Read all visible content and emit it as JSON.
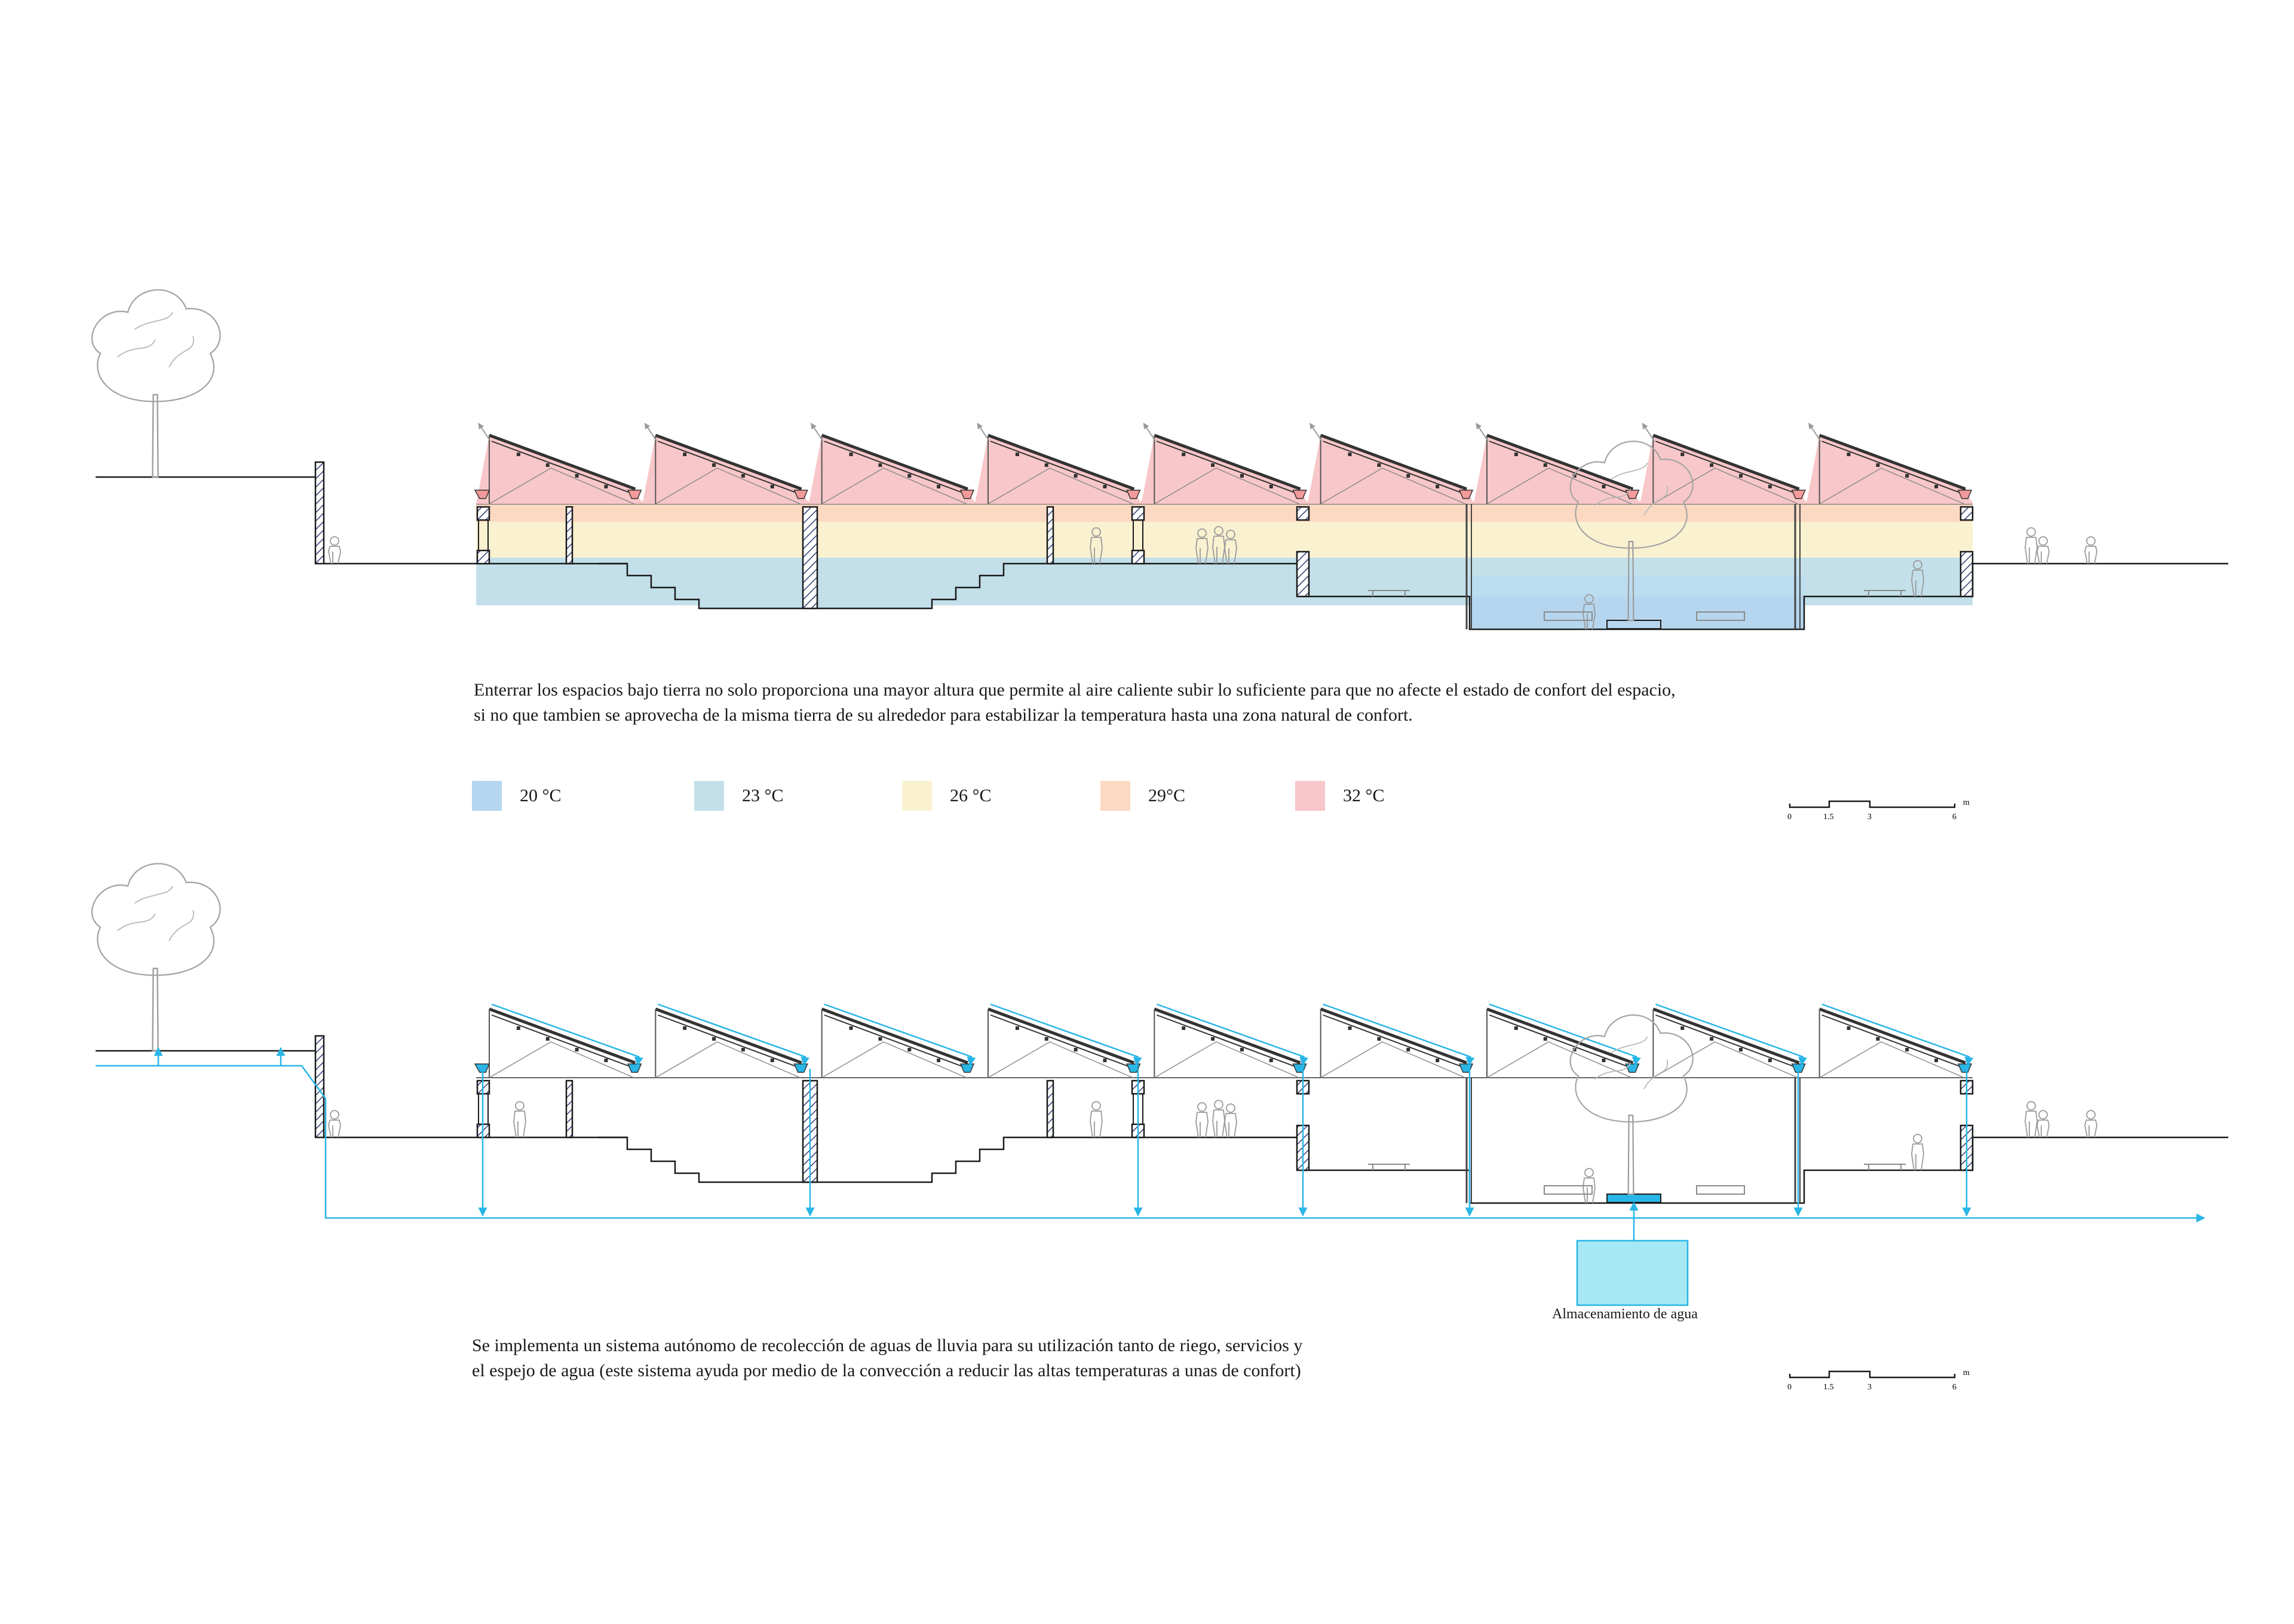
{
  "section_top": {
    "caption_line1": "Enterrar los espacios bajo tierra no solo proporciona una mayor altura que permite al aire caliente subir lo suficiente para que no afecte el estado de confort del espacio,",
    "caption_line2": "si no que tambien se aprovecha de la misma tierra de su alrededor para estabilizar  la temperatura hasta una zona natural de confort."
  },
  "legend": [
    {
      "label": "20 °C",
      "color": "#b5d6ee"
    },
    {
      "label": "23 °C",
      "color": "#c3e0ea"
    },
    {
      "label": "26 °C",
      "color": "#f9f1d0"
    },
    {
      "label": "29°C",
      "color": "#fcd9c2"
    },
    {
      "label": "32 °C",
      "color": "#f8c7c9"
    }
  ],
  "scale_bar": {
    "unit": "m",
    "ticks": [
      "0",
      "1.5",
      "3",
      "6"
    ]
  },
  "section_bottom": {
    "caption_line1": "Se implementa un sistema autónomo de recolección de aguas de lluvia para su utilización tanto de riego, servicios y",
    "caption_line2": "el espejo de agua (este sistema ayuda por medio de la convección a reducir las altas temperaturas a unas de confort)",
    "storage_label": "Almacenamiento de agua"
  },
  "colors": {
    "water": "#29b6e6",
    "storage_fill": "#a6e8f4",
    "line": "#1a1a1a",
    "hatch": "#2b3c70"
  }
}
